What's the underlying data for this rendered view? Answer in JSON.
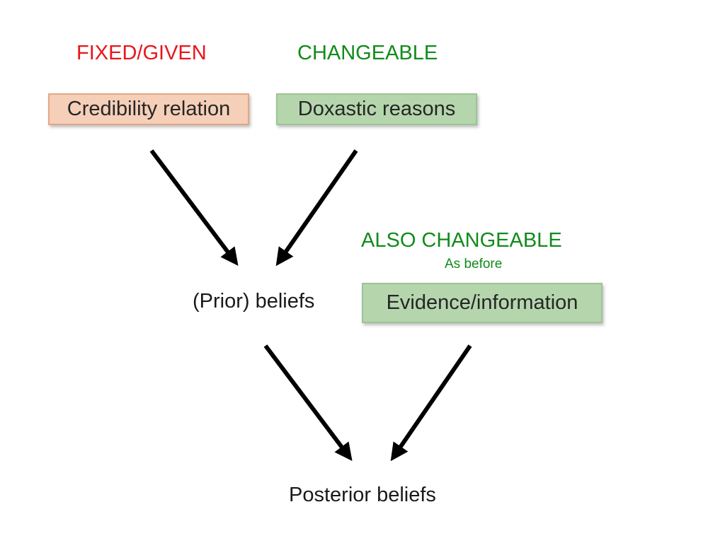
{
  "headings": {
    "fixed": "FIXED/GIVEN",
    "changeable": "CHANGEABLE",
    "also_changeable": "ALSO CHANGEABLE",
    "as_before": "As before"
  },
  "nodes": {
    "credibility": "Credibility relation",
    "doxastic": "Doxastic reasons",
    "prior": "(Prior) beliefs",
    "evidence": "Evidence/information",
    "posterior": "Posterior beliefs"
  },
  "colors": {
    "fixed": "#e8161b",
    "changeable": "#128b1b",
    "orange_box": "#f5cfb8",
    "green_box": "#b5d6ad",
    "arrow": "#000000"
  }
}
